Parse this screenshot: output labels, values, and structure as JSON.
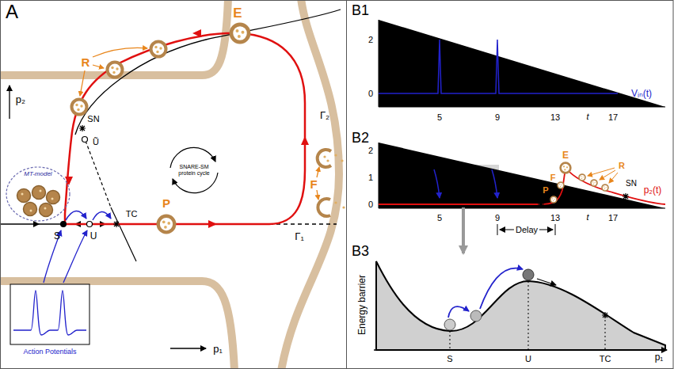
{
  "diagram": {
    "nodes": [
      {
        "text": [
          "A"
        ]
      },
      {
        "text": [
          "MT-model"
        ],
        "in": 0
      },
      {
        "text": [
          "Action Potentials"
        ],
        "in": 0
      }
    ],
    "labels": [
      "E",
      "R",
      "F",
      "P",
      "SN",
      "Ũ",
      "S",
      "U",
      "TC",
      "Γ₂",
      "Γ₁",
      "p₂",
      "p₁",
      "SNARE-SM protein cycle",
      "B1",
      "2",
      "0",
      "5",
      "9",
      "13",
      "t",
      "17",
      "Vᵢₙ(t)",
      "B2",
      "2",
      "1",
      "0",
      "5",
      "9",
      "13",
      "t",
      "17",
      "Delay",
      "p₂(t)",
      "TC",
      "P",
      "F",
      "E",
      "R",
      "SN",
      "B3",
      "Energy barrier",
      "S",
      "U",
      "TC",
      "p₁"
    ]
  }
}
